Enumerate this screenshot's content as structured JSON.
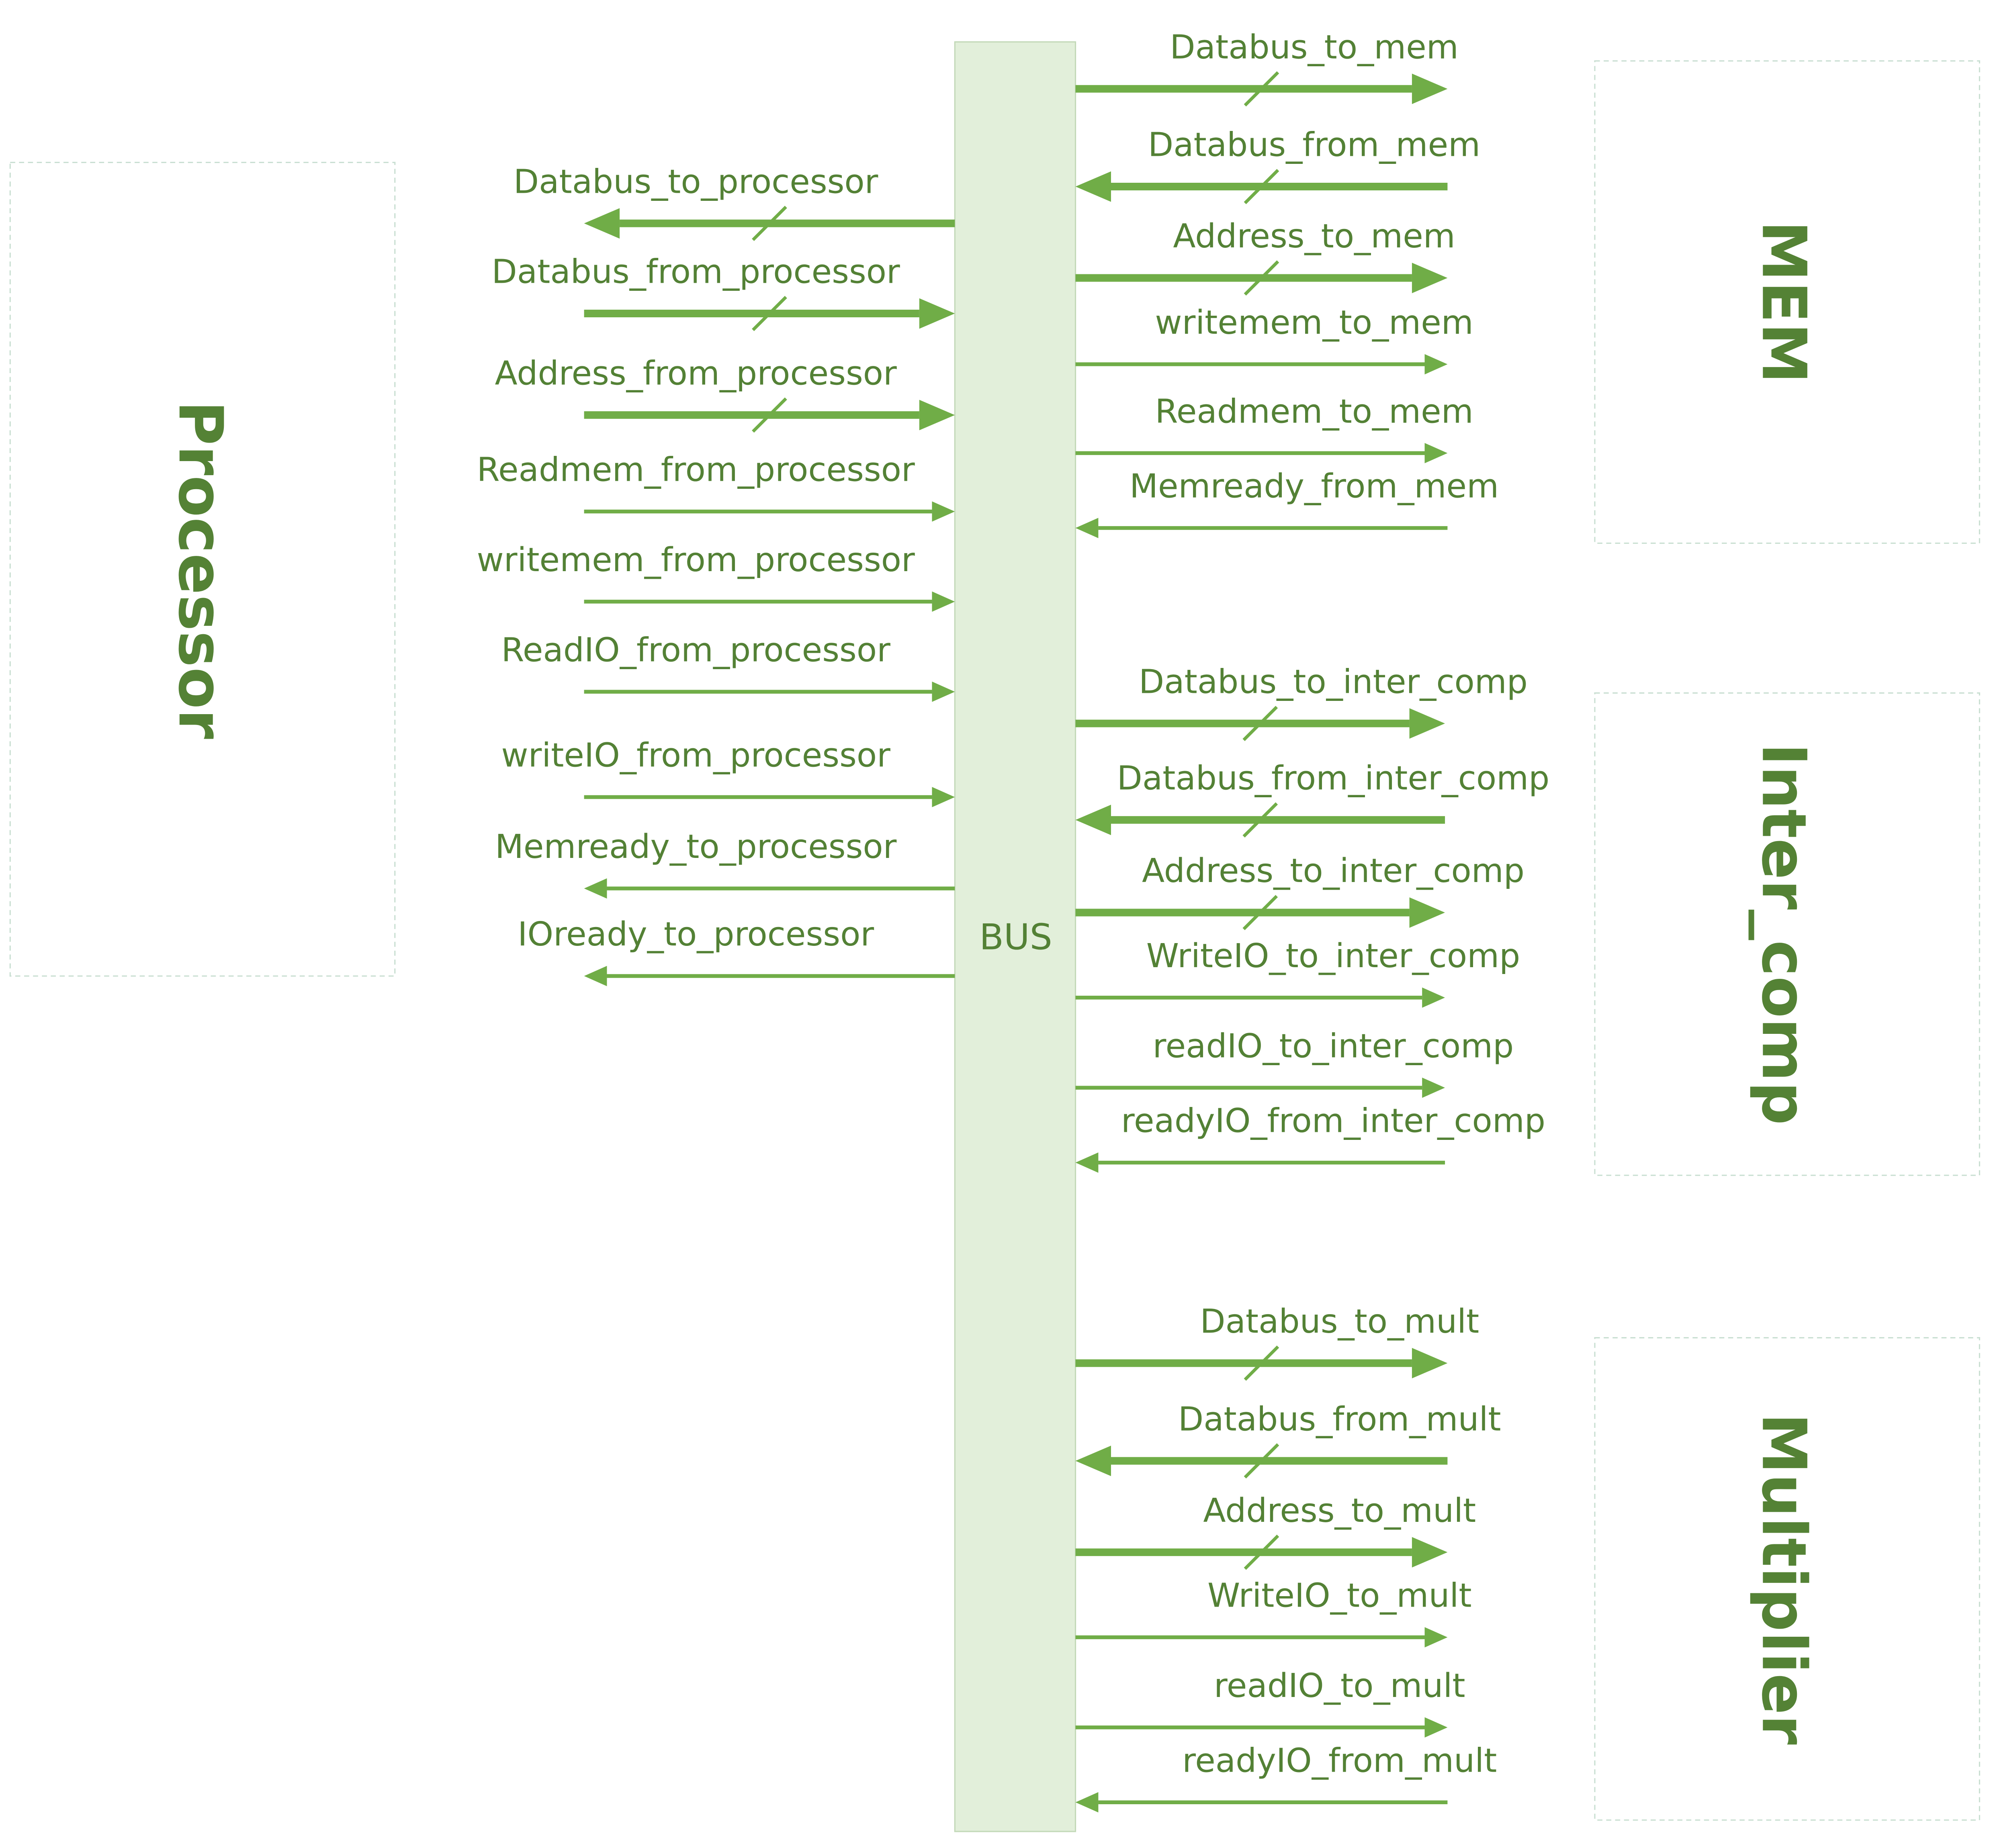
{
  "colors": {
    "line": "#70ad47",
    "label": "#538135",
    "module_label": "#548235",
    "bus_fill": "#e2efda",
    "box_stroke": "#c9dfd2"
  },
  "bus": {
    "label": "BUS"
  },
  "modules": {
    "processor": {
      "label": "Processor"
    },
    "mem": {
      "label": "MEM"
    },
    "inter_comp": {
      "label": "Inter_comp"
    },
    "multiplier": {
      "label": "Multiplier"
    }
  },
  "signals": {
    "processor": [
      {
        "label": "Databus_to_processor",
        "direction": "to-module",
        "bus_width": "multi-bit"
      },
      {
        "label": "Databus_from_processor",
        "direction": "to-bus",
        "bus_width": "multi-bit"
      },
      {
        "label": "Address_from_processor",
        "direction": "to-bus",
        "bus_width": "multi-bit"
      },
      {
        "label": "Readmem_from_processor",
        "direction": "to-bus",
        "bus_width": "single"
      },
      {
        "label": "writemem_from_processor",
        "direction": "to-bus",
        "bus_width": "single"
      },
      {
        "label": "ReadIO_from_processor",
        "direction": "to-bus",
        "bus_width": "single"
      },
      {
        "label": "writeIO_from_processor",
        "direction": "to-bus",
        "bus_width": "single"
      },
      {
        "label": "Memready_to_processor",
        "direction": "to-module",
        "bus_width": "single"
      },
      {
        "label": "IOready_to_processor",
        "direction": "to-module",
        "bus_width": "single"
      }
    ],
    "mem": [
      {
        "label": "Databus_to_mem",
        "direction": "to-module",
        "bus_width": "multi-bit"
      },
      {
        "label": "Databus_from_mem",
        "direction": "to-bus",
        "bus_width": "multi-bit"
      },
      {
        "label": "Address_to_mem",
        "direction": "to-module",
        "bus_width": "multi-bit"
      },
      {
        "label": "writemem_to_mem",
        "direction": "to-module",
        "bus_width": "single"
      },
      {
        "label": "Readmem_to_mem",
        "direction": "to-module",
        "bus_width": "single"
      },
      {
        "label": "Memready_from_mem",
        "direction": "to-bus",
        "bus_width": "single"
      }
    ],
    "inter_comp": [
      {
        "label": "Databus_to_inter_comp",
        "direction": "to-module",
        "bus_width": "multi-bit"
      },
      {
        "label": "Databus_from_inter_comp",
        "direction": "to-bus",
        "bus_width": "multi-bit"
      },
      {
        "label": "Address_to_inter_comp",
        "direction": "to-module",
        "bus_width": "multi-bit"
      },
      {
        "label": "WriteIO_to_inter_comp",
        "direction": "to-module",
        "bus_width": "single"
      },
      {
        "label": "readIO_to_inter_comp",
        "direction": "to-module",
        "bus_width": "single"
      },
      {
        "label": "readyIO_from_inter_comp",
        "direction": "to-bus",
        "bus_width": "single"
      }
    ],
    "multiplier": [
      {
        "label": "Databus_to_mult",
        "direction": "to-module",
        "bus_width": "multi-bit"
      },
      {
        "label": "Databus_from_mult",
        "direction": "to-bus",
        "bus_width": "multi-bit"
      },
      {
        "label": "Address_to_mult",
        "direction": "to-module",
        "bus_width": "multi-bit"
      },
      {
        "label": "WriteIO_to_mult",
        "direction": "to-module",
        "bus_width": "single"
      },
      {
        "label": "readIO_to_mult",
        "direction": "to-module",
        "bus_width": "single"
      },
      {
        "label": "readyIO_from_mult",
        "direction": "to-bus",
        "bus_width": "single"
      }
    ]
  }
}
